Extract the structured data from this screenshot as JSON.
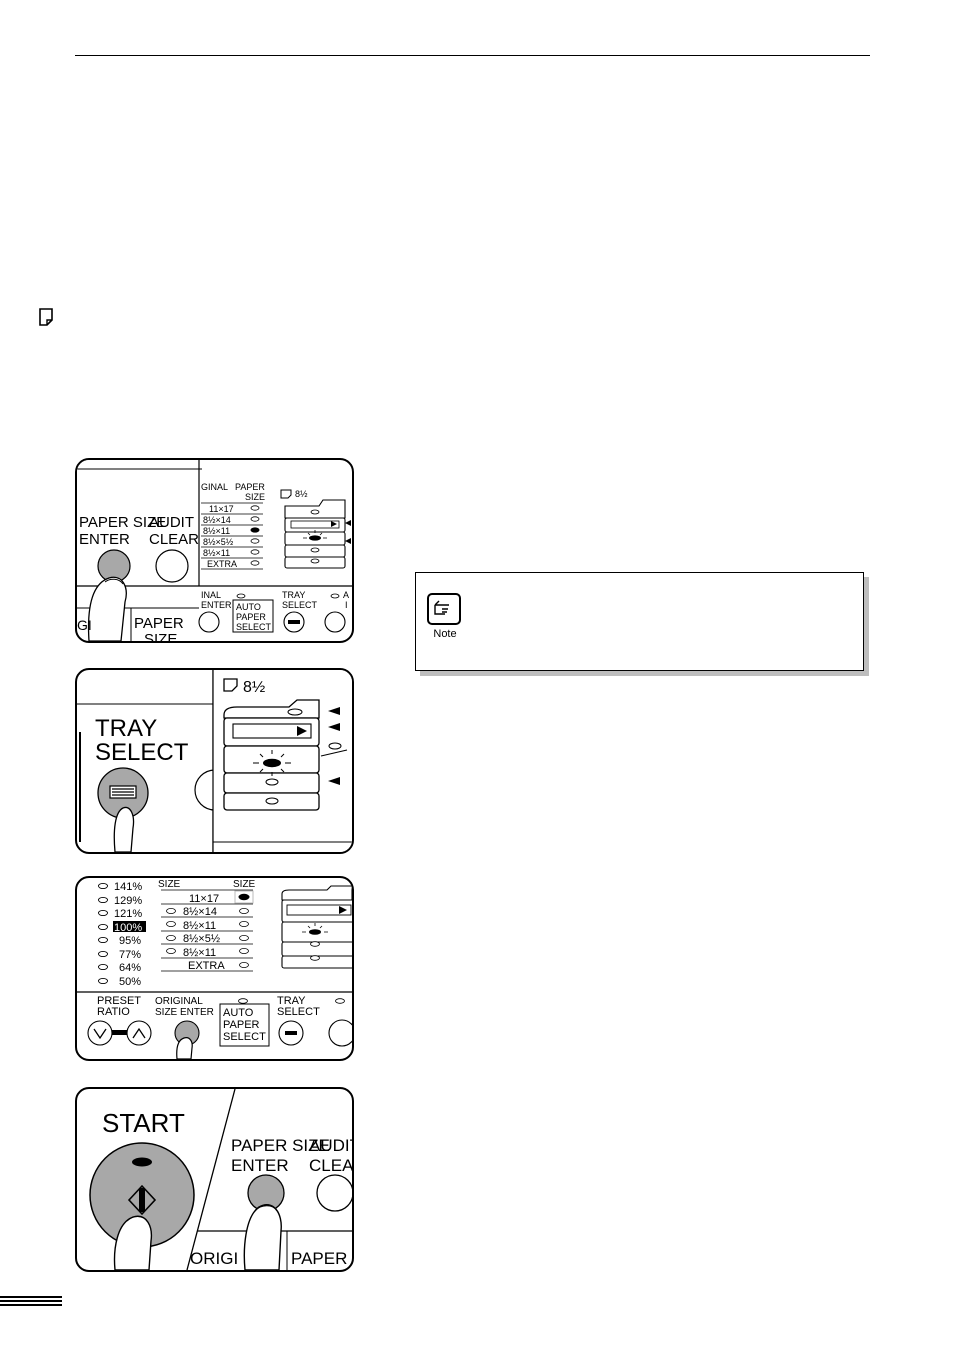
{
  "icons": {
    "paper": "paper-portrait-icon",
    "note": "pointing-hand-icon"
  },
  "note": {
    "label": "Note"
  },
  "panel1": {
    "paper_size_enter": [
      "PAPER SIZE",
      "ENTER"
    ],
    "audit_clear": [
      "AUDIT",
      "CLEAR"
    ],
    "original_hdr": "GINAL",
    "paper_size_hdr": [
      "PAPER",
      "SIZE"
    ],
    "sizes": [
      "11×17",
      "8½×14",
      "8½×11",
      "8½×5½",
      "8½×11",
      "EXTRA"
    ],
    "original_size_enter": [
      "INAL",
      "ENTER"
    ],
    "auto_paper_select": [
      "AUTO",
      "PAPER",
      "SELECT"
    ],
    "tray_select": [
      "TRAY",
      "SELECT"
    ],
    "paper_size_bottom": [
      "PAPER",
      "SIZE"
    ],
    "bottom_left": "GI",
    "right_edge": [
      "A",
      "I"
    ]
  },
  "panel2": {
    "tray_select": [
      "TRAY",
      "SELECT"
    ],
    "tray_icon_text": "8½"
  },
  "panel3": {
    "ratios": [
      "141%",
      "129%",
      "121%",
      "100%",
      "95%",
      "77%",
      "64%",
      "50%"
    ],
    "size_hdr_left": "SIZE",
    "size_hdr_right": "SIZE",
    "sizes": [
      "11×17",
      "8½×14",
      "8½×11",
      "8½×5½",
      "8½×11",
      "EXTRA"
    ],
    "preset_ratio": [
      "PRESET",
      "RATIO"
    ],
    "original_size_enter": [
      "ORIGINAL",
      "SIZE  ENTER"
    ],
    "auto_paper_select": [
      "AUTO",
      "PAPER",
      "SELECT"
    ],
    "tray_select": [
      "TRAY",
      "SELECT"
    ]
  },
  "panel4": {
    "start": "START",
    "paper_size_enter": [
      "PAPER SIZE",
      "ENTER"
    ],
    "audit_clear": [
      "AUDIT",
      "CLEA"
    ],
    "bottom_left": "ORIGI",
    "bottom_right": "PAPER"
  }
}
